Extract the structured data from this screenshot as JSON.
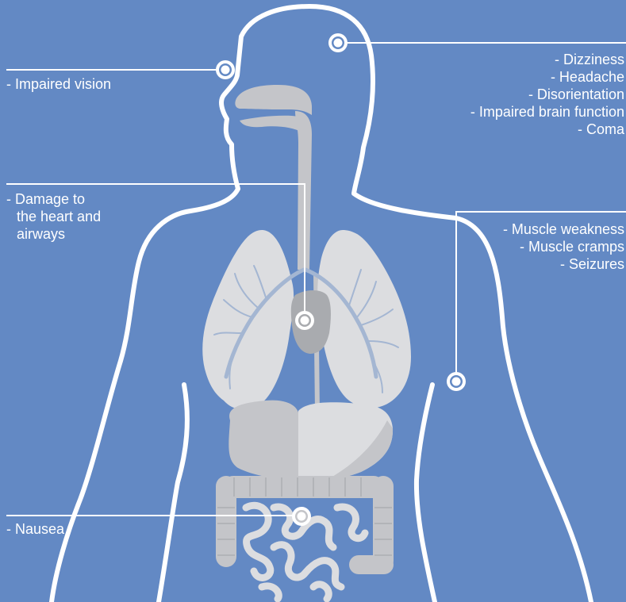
{
  "colors": {
    "background": "#6389c4",
    "outline": "#ffffff",
    "organ_light": "#dcdde0",
    "organ_mid": "#c4c5c9",
    "organ_dark": "#a9abaf",
    "lung_branch": "#a4b6d2"
  },
  "labels": {
    "eye": [
      "- Impaired vision"
    ],
    "brain": [
      "- Dizziness",
      "- Headache",
      "- Disorientation",
      "- Impaired brain function",
      "- Coma"
    ],
    "heart": [
      "- Damage to",
      "the heart and",
      "airways"
    ],
    "muscle": [
      "- Muscle weakness",
      "- Muscle cramps",
      "- Seizures"
    ],
    "gut": [
      "- Nausea"
    ]
  }
}
